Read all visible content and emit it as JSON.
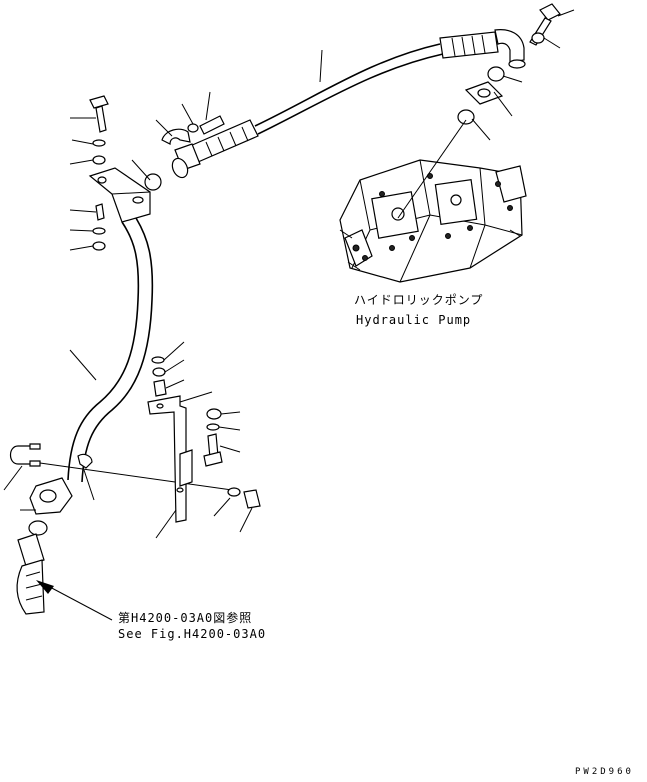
{
  "pump_label": {
    "japanese": "ハイドロリックポンプ",
    "english": "Hydraulic Pump"
  },
  "reference_label": {
    "japanese": "第H4200-03A0図参照",
    "english": "See Fig.H4200-03A0"
  },
  "drawing_code": "PW2D960"
}
